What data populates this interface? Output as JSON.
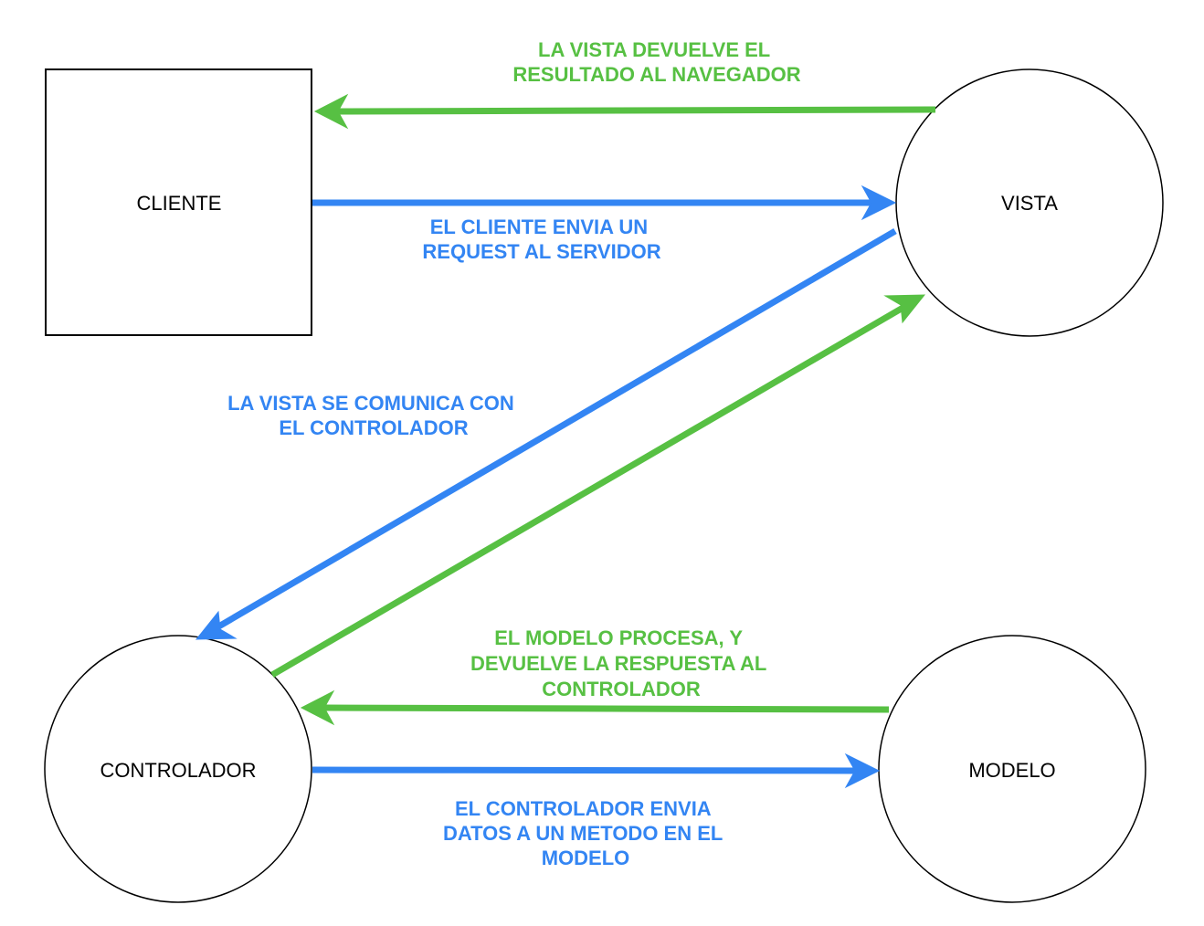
{
  "colors": {
    "request": "#3385f3",
    "response": "#57c043",
    "node_stroke": "#000000",
    "node_fill": "#ffffff"
  },
  "nodes": {
    "cliente": {
      "label": "CLIENTE",
      "shape": "rectangle"
    },
    "vista": {
      "label": "VISTA",
      "shape": "circle"
    },
    "controlador": {
      "label": "CONTROLADOR",
      "shape": "circle"
    },
    "modelo": {
      "label": "MODELO",
      "shape": "circle"
    }
  },
  "edges": {
    "vista_to_cliente": {
      "from": "VISTA",
      "to": "CLIENTE",
      "color": "response",
      "label_lines": [
        "LA VISTA DEVUELVE EL",
        "RESULTADO AL NAVEGADOR"
      ]
    },
    "cliente_to_vista": {
      "from": "CLIENTE",
      "to": "VISTA",
      "color": "request",
      "label_lines": [
        "EL CLIENTE ENVIA UN",
        "REQUEST AL SERVIDOR"
      ]
    },
    "vista_to_controlador": {
      "from": "VISTA",
      "to": "CONTROLADOR",
      "color": "request",
      "label_lines": [
        "LA VISTA SE COMUNICA CON",
        "EL CONTROLADOR"
      ]
    },
    "controlador_to_vista": {
      "from": "CONTROLADOR",
      "to": "VISTA",
      "color": "response",
      "label_lines": []
    },
    "modelo_to_controlador": {
      "from": "MODELO",
      "to": "CONTROLADOR",
      "color": "response",
      "label_lines": [
        "EL MODELO PROCESA, Y",
        "DEVUELVE LA RESPUESTA AL",
        "CONTROLADOR"
      ]
    },
    "controlador_to_modelo": {
      "from": "CONTROLADOR",
      "to": "MODELO",
      "color": "request",
      "label_lines": [
        "EL CONTROLADOR ENVIA",
        "DATOS A UN METODO EN EL",
        "MODELO"
      ]
    }
  }
}
